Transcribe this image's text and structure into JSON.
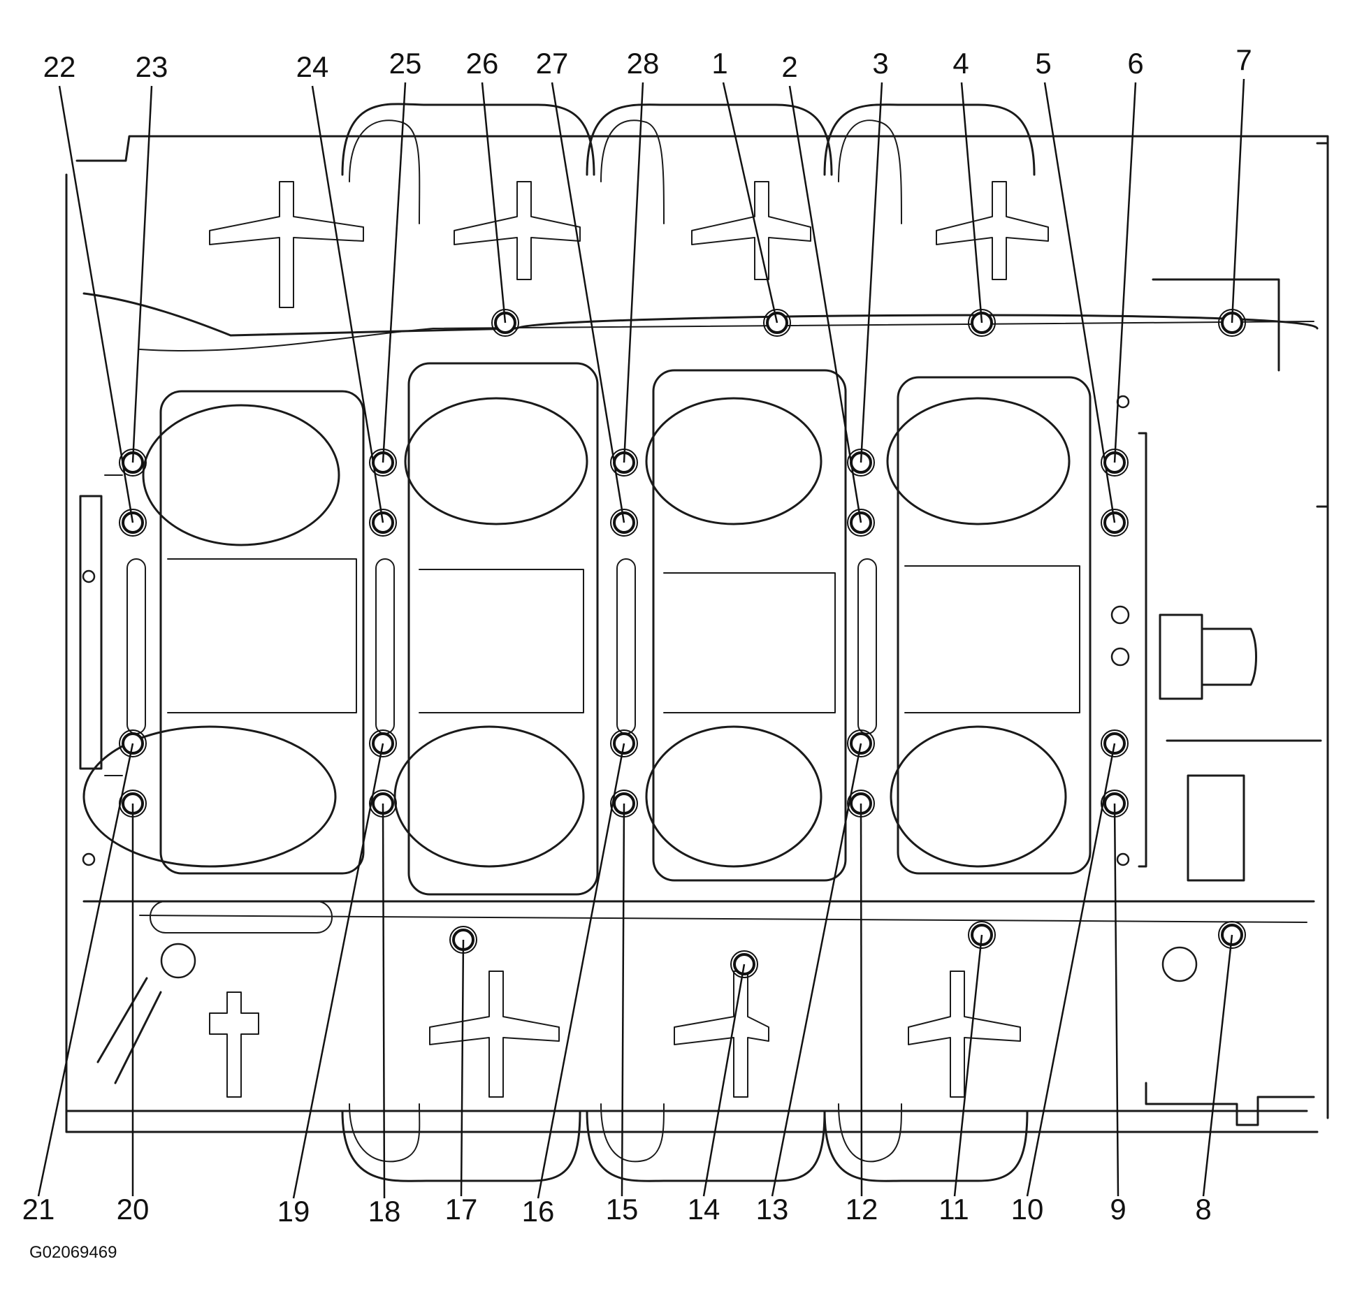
{
  "diagram": {
    "callouts": [
      {
        "id": 1,
        "label": "1"
      },
      {
        "id": 2,
        "label": "2"
      },
      {
        "id": 3,
        "label": "3"
      },
      {
        "id": 4,
        "label": "4"
      },
      {
        "id": 5,
        "label": "5"
      },
      {
        "id": 6,
        "label": "6"
      },
      {
        "id": 7,
        "label": "7"
      },
      {
        "id": 8,
        "label": "8"
      },
      {
        "id": 9,
        "label": "9"
      },
      {
        "id": 10,
        "label": "10"
      },
      {
        "id": 11,
        "label": "11"
      },
      {
        "id": 12,
        "label": "12"
      },
      {
        "id": 13,
        "label": "13"
      },
      {
        "id": 14,
        "label": "14"
      },
      {
        "id": 15,
        "label": "15"
      },
      {
        "id": 16,
        "label": "16"
      },
      {
        "id": 17,
        "label": "17"
      },
      {
        "id": 18,
        "label": "18"
      },
      {
        "id": 19,
        "label": "19"
      },
      {
        "id": 20,
        "label": "20"
      },
      {
        "id": 21,
        "label": "21"
      },
      {
        "id": 22,
        "label": "22"
      },
      {
        "id": 23,
        "label": "23"
      },
      {
        "id": 24,
        "label": "24"
      },
      {
        "id": 25,
        "label": "25"
      },
      {
        "id": 26,
        "label": "26"
      },
      {
        "id": 27,
        "label": "27"
      },
      {
        "id": 28,
        "label": "28"
      }
    ],
    "figure_id": "G02069469"
  }
}
